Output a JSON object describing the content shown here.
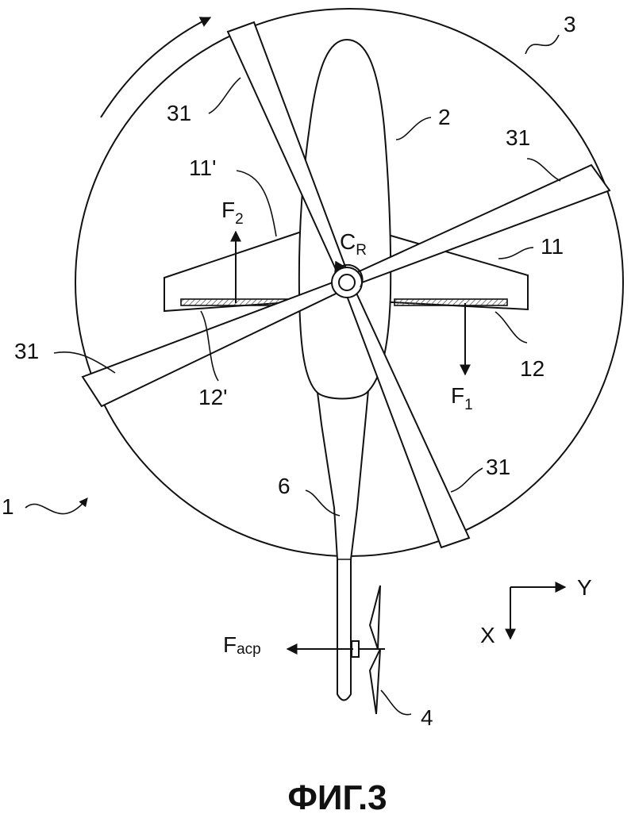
{
  "figure": {
    "caption": "ФИГ.3",
    "labels": {
      "helicopter": "1",
      "fuselage": "2",
      "rotor": "3",
      "tail_rotor": "4",
      "tail_boom": "6",
      "wing_right": "11",
      "wing_left": "11'",
      "flap_right": "12",
      "flap_left": "12'",
      "blade": "31"
    },
    "forces": {
      "f1_main": "F",
      "f1_sub": "1",
      "f2_main": "F",
      "f2_sub": "2",
      "facp_main": "F",
      "facp_sub": "acp"
    },
    "rotor_center": {
      "main": "C",
      "sub": "R"
    },
    "axes": {
      "x": "X",
      "y": "Y"
    }
  },
  "colors": {
    "ink": "#111111",
    "hatch": "#444444",
    "background": "#ffffff"
  }
}
